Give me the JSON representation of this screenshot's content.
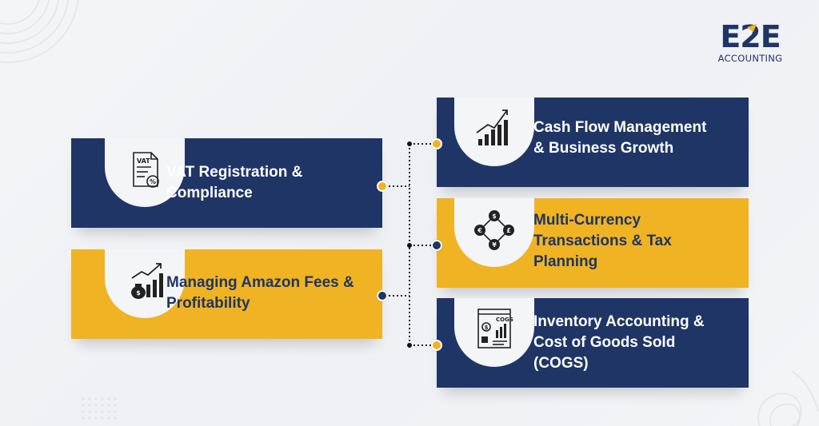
{
  "logo": {
    "mark": "E2E",
    "subtitle": "ACCOUNTING"
  },
  "colors": {
    "navy": "#1f3566",
    "gold": "#f0b323",
    "background": "#f4f5f7"
  },
  "left_items": [
    {
      "label": "VAT Registration & Compliance",
      "lines": [
        "VAT Registration &",
        "Compliance"
      ],
      "icon": "vat-document-icon",
      "style": "navy"
    },
    {
      "label": "Managing Amazon Fees & Profitability",
      "lines": [
        "Managing Amazon Fees &",
        "Profitability"
      ],
      "icon": "money-bag-growth-icon",
      "style": "gold"
    }
  ],
  "right_items": [
    {
      "label": "Cash Flow Management & Business Growth",
      "lines": [
        "Cash Flow Management",
        "& Business Growth"
      ],
      "icon": "growth-chart-icon",
      "style": "navy"
    },
    {
      "label": "Multi-Currency Transactions & Tax Planning",
      "lines": [
        "Multi-Currency",
        "Transactions & Tax",
        "Planning"
      ],
      "icon": "currency-exchange-icon",
      "style": "gold"
    },
    {
      "label": "Inventory Accounting & Cost of Goods Sold (COGS)",
      "lines": [
        "Inventory Accounting &",
        "Cost of Goods Sold",
        "(COGS)"
      ],
      "icon": "cogs-report-icon",
      "style": "navy",
      "icon_text": "COGS"
    }
  ]
}
